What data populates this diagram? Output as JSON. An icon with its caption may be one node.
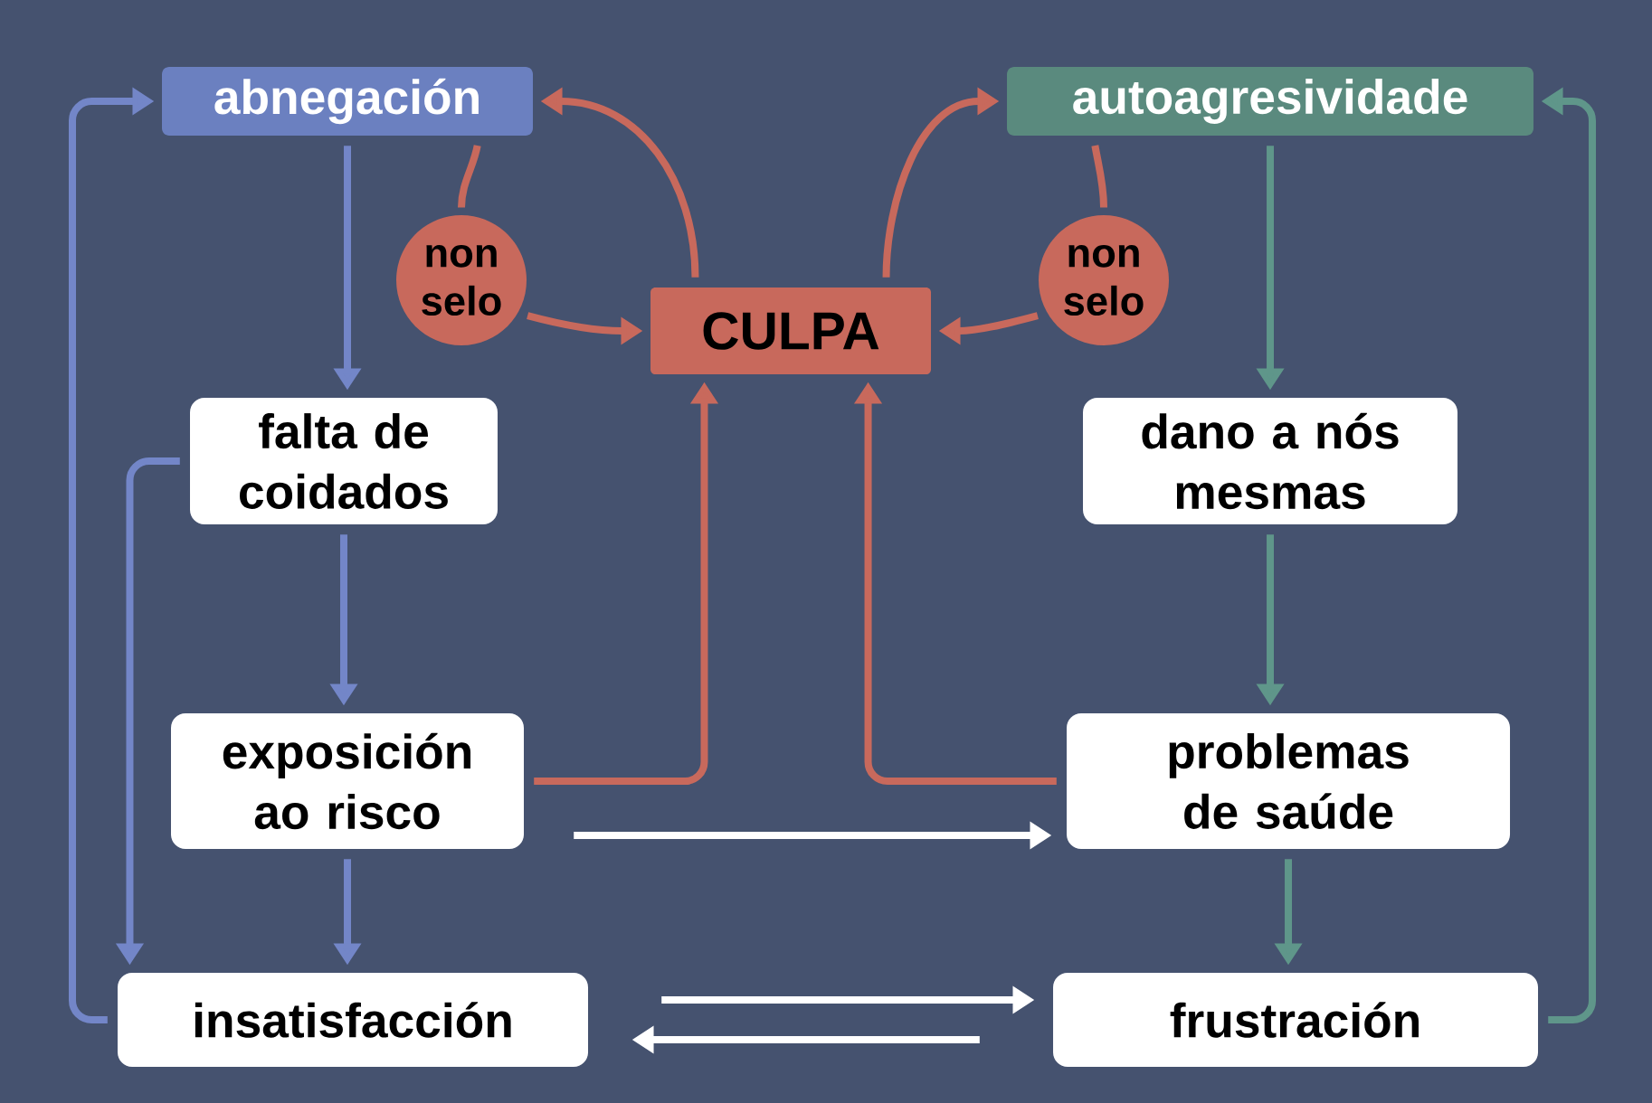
{
  "diagram": {
    "nodes": [
      {
        "text": [
          "abnegación"
        ]
      },
      {
        "text": [
          "autoagresividade"
        ]
      },
      {
        "text": [
          "non selo"
        ]
      },
      {
        "text": [
          "CULPA"
        ]
      },
      {
        "text": [
          "non selo"
        ]
      },
      {
        "text": [
          "falta de coidados"
        ]
      },
      {
        "text": [
          "dano a nós mesmas"
        ]
      },
      {
        "text": [
          "exposición ao risco"
        ]
      },
      {
        "text": [
          "problemas de saúde"
        ]
      },
      {
        "text": [
          "insatisfacción"
        ]
      },
      {
        "text": [
          "frustración"
        ]
      }
    ],
    "edges": [
      {
        "from": 0,
        "to": 5,
        "arrow": "to",
        "color": "#7386c8"
      },
      {
        "from": 5,
        "to": 7,
        "arrow": "to",
        "color": "#7386c8"
      },
      {
        "from": 7,
        "to": 9,
        "arrow": "to",
        "color": "#7386c8"
      },
      {
        "from": 5,
        "to": 9,
        "arrow": "to",
        "color": "#7386c8"
      },
      {
        "from": 9,
        "to": 0,
        "arrow": "to",
        "color": "#7386c8"
      },
      {
        "from": 0,
        "to": 2,
        "arrow": "none"
      },
      {
        "from": 2,
        "to": 3,
        "arrow": "to"
      },
      {
        "from": 3,
        "to": 0,
        "arrow": "to"
      },
      {
        "from": 1,
        "to": 4,
        "arrow": "none"
      },
      {
        "from": 4,
        "to": 3,
        "arrow": "to"
      },
      {
        "from": 3,
        "to": 1,
        "arrow": "to"
      },
      {
        "from": 7,
        "to": 3,
        "arrow": "to"
      },
      {
        "from": 8,
        "to": 3,
        "arrow": "to"
      },
      {
        "from": 7,
        "to": 8,
        "arrow": "to",
        "color": "#ffffff"
      },
      {
        "from": 9,
        "to": 10,
        "arrow": "to",
        "color": "#ffffff"
      },
      {
        "from": 10,
        "to": 9,
        "arrow": "to",
        "color": "#ffffff"
      },
      {
        "from": 1,
        "to": 6,
        "arrow": "to",
        "color": "#5f968a"
      },
      {
        "from": 6,
        "to": 8,
        "arrow": "to",
        "color": "#5f968a"
      },
      {
        "from": 8,
        "to": 10,
        "arrow": "to",
        "color": "#5f968a"
      },
      {
        "from": 10,
        "to": 1,
        "arrow": "to",
        "color": "#5f968a"
      }
    ]
  }
}
